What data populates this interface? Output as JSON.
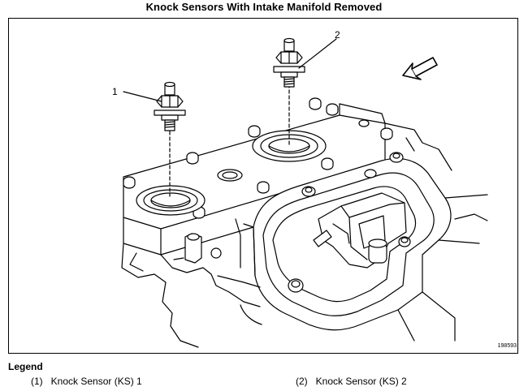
{
  "title": "Knock Sensors With Intake Manifold Removed",
  "figure_number": "198593",
  "callouts": [
    {
      "number": "1"
    },
    {
      "number": "2"
    }
  ],
  "legend": {
    "heading": "Legend",
    "items": [
      {
        "number": "(1)",
        "label": "Knock Sensor (KS) 1"
      },
      {
        "number": "(2)",
        "label": "Knock Sensor (KS) 2"
      }
    ]
  }
}
